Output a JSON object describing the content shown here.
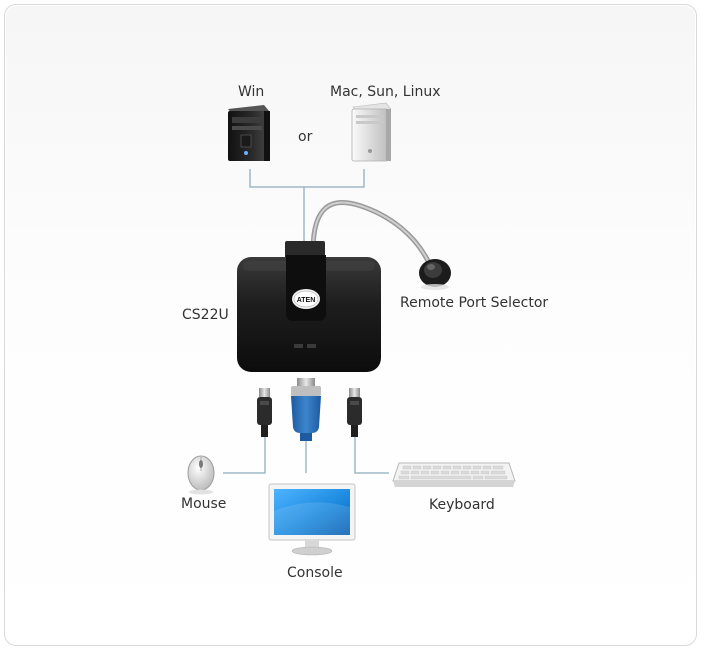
{
  "diagram": {
    "labels": {
      "win": "Win",
      "mac": "Mac, Sun, Linux",
      "or": "or",
      "device": "CS22U",
      "remote": "Remote Port Selector",
      "mouse": "Mouse",
      "keyboard": "Keyboard",
      "console": "Console",
      "logo": "ATEN"
    },
    "colors": {
      "connector_line": "#9fb8c8",
      "device_body": "#1f1f1f",
      "vga_connector": "#2f6fb5",
      "monitor_screen": "#1d8be0"
    }
  }
}
